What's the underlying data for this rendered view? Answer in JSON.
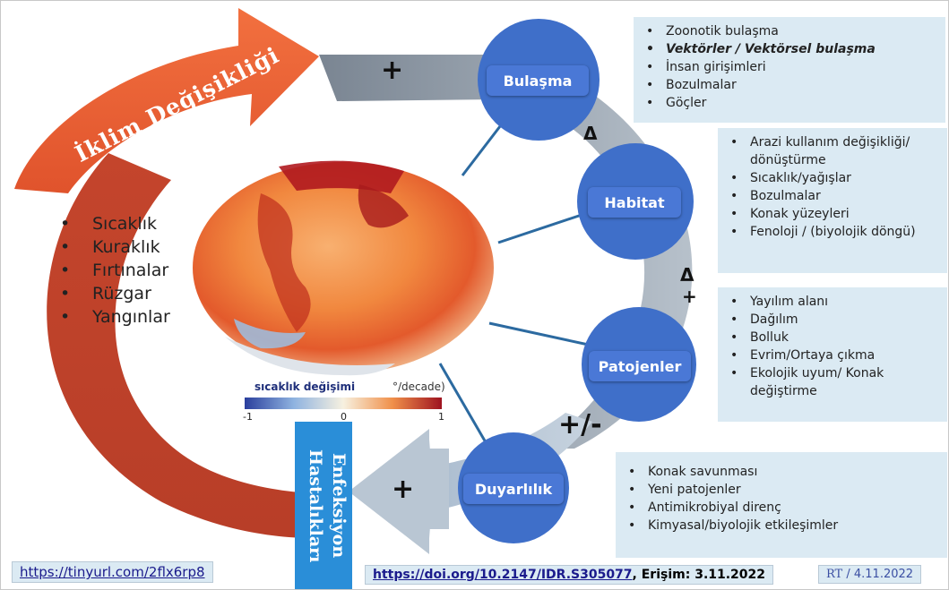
{
  "arrow_text": "İklim Değişikliği",
  "left_list": [
    "Sıcaklık",
    "Kuraklık",
    "Fırtınalar",
    "Rüzgar",
    "Yangınlar"
  ],
  "circles": {
    "bulasma": "Bulaşma",
    "habitat": "Habitat",
    "patojenler": "Patojenler",
    "duyarlilik": "Duyarlılık"
  },
  "boxes": {
    "bulasma": [
      "Zoonotik bulaşma",
      "Vektörler / Vektörsel bulaşma",
      "İnsan girişimleri",
      "Bozulmalar",
      "Göçler"
    ],
    "habitat": [
      "Arazi kullanım değişikliği/ dönüştürme",
      "Sıcaklık/yağışlar",
      "Bozulmalar",
      "Konak yüzeyleri",
      "Fenoloji / (biyolojik döngü)"
    ],
    "patojenler": [
      "Yayılım alanı",
      "Dağılım",
      "Bolluk",
      "Evrim/Ortaya çıkma",
      "Ekolojik uyum/ Konak değiştirme"
    ],
    "duyarlilik": [
      "Konak savunması",
      "Yeni patojenler",
      "Antimikrobiyal direnç",
      "Kimyasal/biyolojik etkileşimler"
    ]
  },
  "signs": {
    "top_plus": "+",
    "delta1": "Δ",
    "delta2": "Δ",
    "delta2_plus": "+",
    "plus_minus": "+/-",
    "bottom_plus": "+"
  },
  "enfeksiyon": "Enfeksiyon Hastalıkları",
  "map": {
    "label": "sıcaklık değişimi",
    "unit": "°/decade)",
    "ticks": [
      "-1",
      "0",
      "1"
    ]
  },
  "footer": {
    "link1": "https://tinyurl.com/2flx6rp8",
    "link2": "https://doi.org/10.2147/IDR.S305077",
    "access": ", Erişim: 3.11.2022",
    "credit_logo": "RT",
    "credit_date": "/ 4.11.2022"
  },
  "colors": {
    "orange_arrow": "#f0643a",
    "dark_arrow": "#c9462c",
    "circle": "#3f6fc9",
    "box_bg": "#dbeaf3",
    "enfeksiyon_bg": "#2a8ed8"
  }
}
